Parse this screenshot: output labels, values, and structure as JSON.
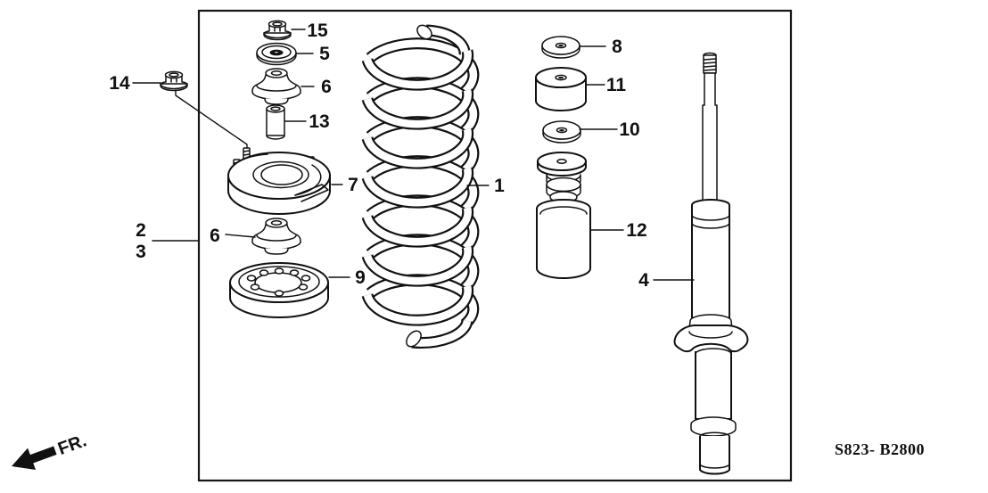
{
  "diagram": {
    "title_code": "S823- B2800",
    "fr_label": "FR.",
    "ink_color": "#111111",
    "paper_color": "#ffffff",
    "callouts": [
      {
        "id": "15",
        "label": "15"
      },
      {
        "id": "5",
        "label": "5"
      },
      {
        "id": "6-upper",
        "label": "6"
      },
      {
        "id": "13",
        "label": "13"
      },
      {
        "id": "14",
        "label": "14"
      },
      {
        "id": "7",
        "label": "7"
      },
      {
        "id": "2",
        "label": "2"
      },
      {
        "id": "3",
        "label": "3"
      },
      {
        "id": "6-lower",
        "label": "6"
      },
      {
        "id": "9",
        "label": "9"
      },
      {
        "id": "1",
        "label": "1"
      },
      {
        "id": "8",
        "label": "8"
      },
      {
        "id": "11",
        "label": "11"
      },
      {
        "id": "10",
        "label": "10"
      },
      {
        "id": "12",
        "label": "12"
      },
      {
        "id": "4",
        "label": "4"
      }
    ]
  }
}
